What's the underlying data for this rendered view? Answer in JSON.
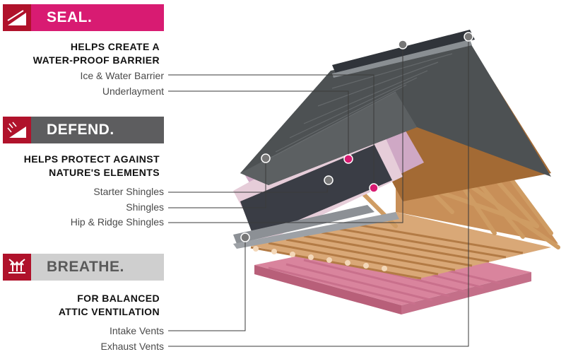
{
  "sections": [
    {
      "title": "SEAL.",
      "heading_lines": [
        "HELPS CREATE A",
        "WATER-PROOF BARRIER"
      ],
      "labels": [
        "Ice & Water Barrier",
        "Underlayment"
      ]
    },
    {
      "title": "DEFEND.",
      "heading_lines": [
        "HELPS PROTECT AGAINST",
        "NATURE'S ELEMENTS"
      ],
      "labels": [
        "Starter Shingles",
        "Shingles",
        "Hip & Ridge Shingles"
      ]
    },
    {
      "title": "BREATHE.",
      "heading_lines": [
        "FOR BALANCED",
        "ATTIC VENTILATION"
      ],
      "labels": [
        "Intake Vents",
        "Exhaust Vents"
      ]
    }
  ],
  "colors": {
    "seal": "#d81b72",
    "defend": "#5d5d5f",
    "breathe": "#cfcfcf",
    "icon_bg": "#b0122b",
    "marker_pink": "#d81b72",
    "marker_gray": "#777777"
  }
}
